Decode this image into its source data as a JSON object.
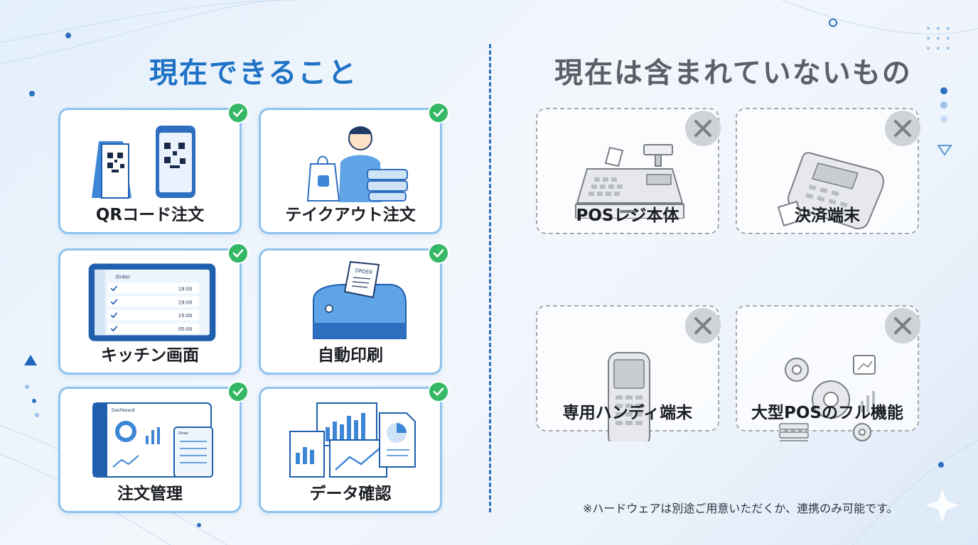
{
  "left": {
    "title": "現在できること",
    "items": [
      {
        "label": "QRコード注文",
        "icon": "qr-code-icon"
      },
      {
        "label": "テイクアウト注文",
        "icon": "takeout-icon"
      },
      {
        "label": "キッチン画面",
        "icon": "kitchen-tablet-icon",
        "tablet_header": "Order",
        "times": [
          "19:00",
          "19:00",
          "15:00",
          "05:00"
        ]
      },
      {
        "label": "自動印刷",
        "icon": "receipt-printer-icon",
        "receipt_text": "ORDER"
      },
      {
        "label": "注文管理",
        "icon": "dashboard-icon",
        "dashboard_title": "Dashboard",
        "popup_title": "Order"
      },
      {
        "label": "データ確認",
        "icon": "data-report-icon"
      }
    ]
  },
  "right": {
    "title": "現在は含まれていないもの",
    "items": [
      {
        "label": "POSレジ本体",
        "icon": "cash-register-icon"
      },
      {
        "label": "決済端末",
        "icon": "payment-terminal-icon"
      },
      {
        "label": "専用ハンディ端末",
        "icon": "handheld-terminal-icon"
      },
      {
        "label": "大型POSのフル機能",
        "icon": "gears-icon"
      }
    ],
    "note": "※ハードウェアは別途ご用意いただくか、連携のみ可能です。"
  },
  "colors": {
    "accent": "#1f73c6",
    "check": "#34b865",
    "muted": "#5b6068"
  }
}
